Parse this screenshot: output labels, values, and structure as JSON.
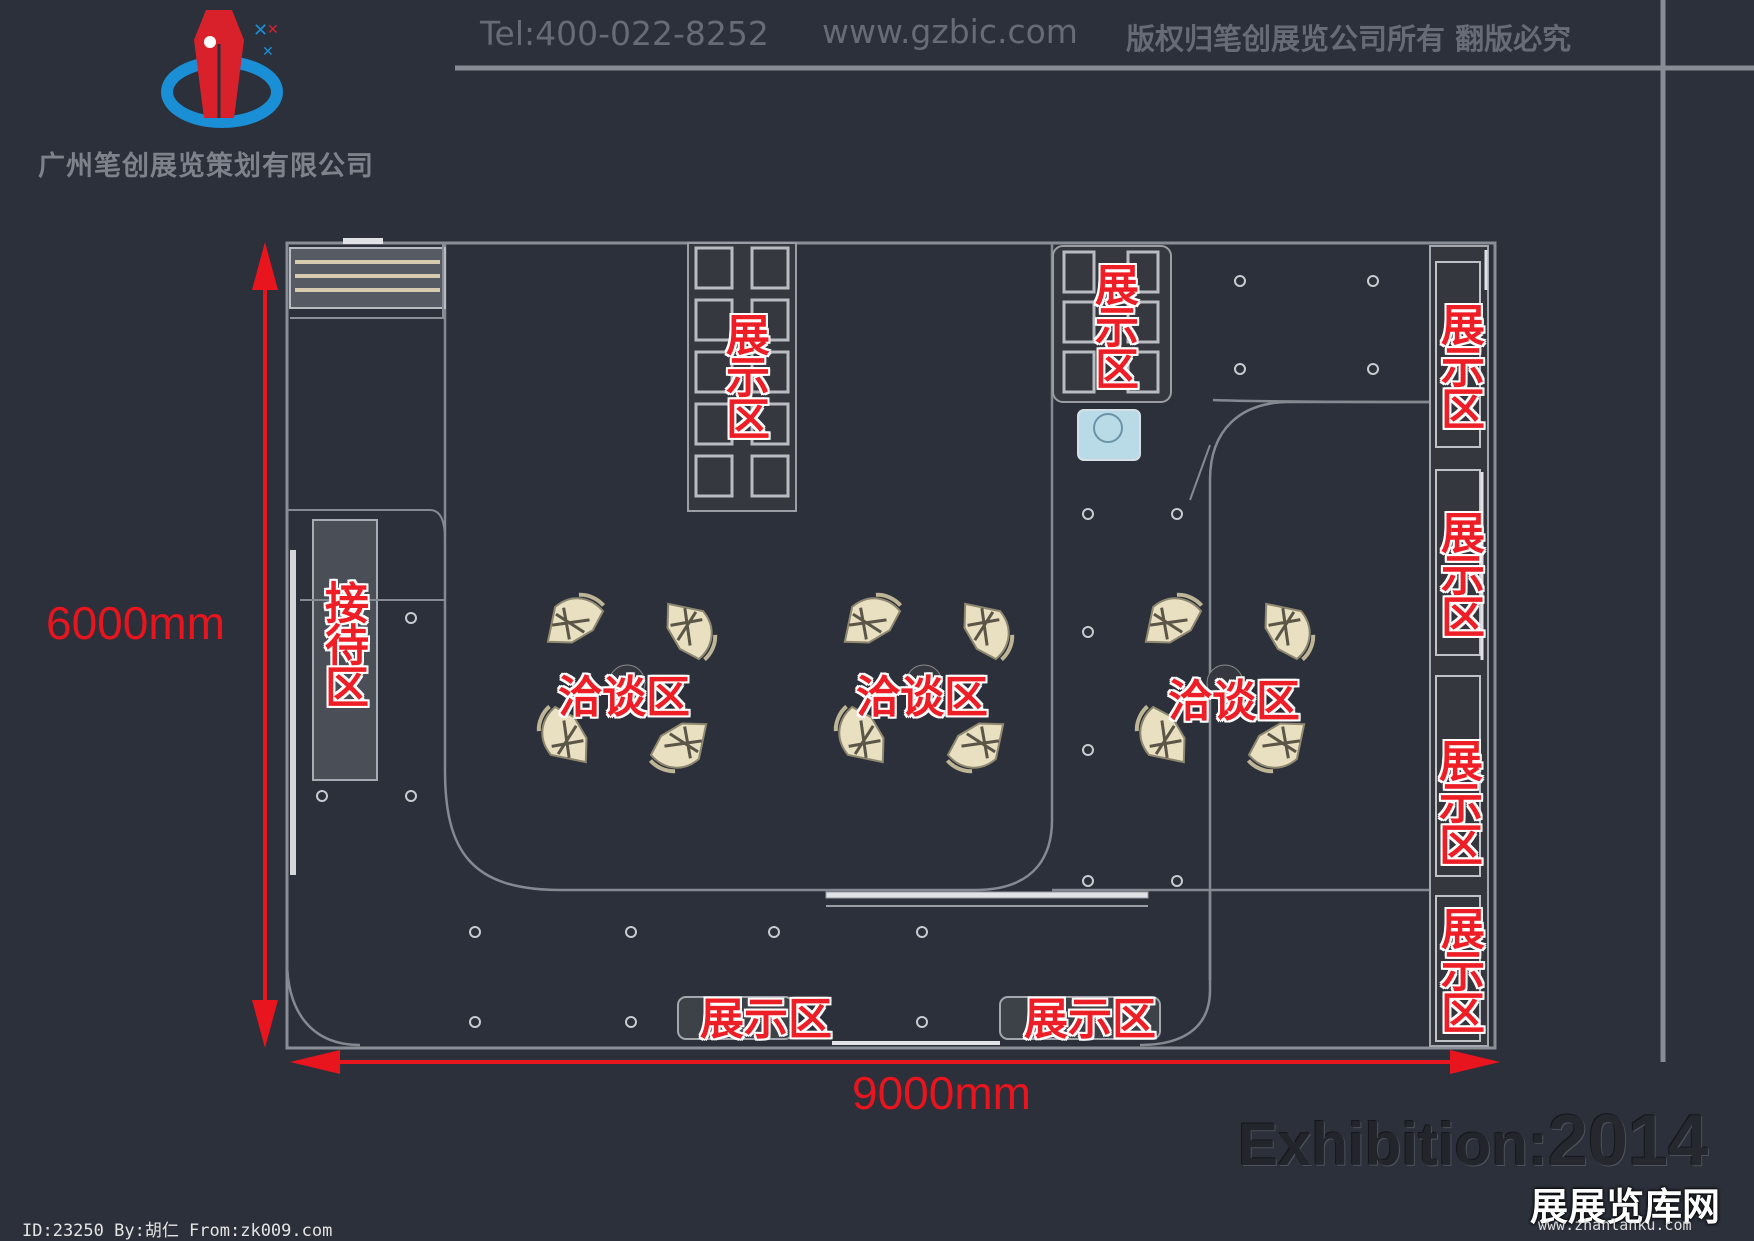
{
  "header": {
    "tel": "Tel:400-022-8252",
    "website": "www.gzbic.com",
    "copyright": "版权归笔创展览公司所有 翻版必究"
  },
  "logo": {
    "company_name": "广州笔创展览策划有限公司",
    "colors": {
      "red": "#d9212b",
      "blue": "#1a8fd6"
    }
  },
  "dimensions": {
    "height_label": "6000mm",
    "width_label": "9000mm",
    "color": "#e8141e"
  },
  "zones": {
    "reception": "接待区",
    "display": "展示区",
    "negotiation": "洽谈区"
  },
  "branding": {
    "exhibition_word": "Exhibition",
    "separator": ":",
    "year": "2014"
  },
  "watermark": {
    "name": "展展览库网",
    "url": "www.zhanlanku.com"
  },
  "footer": {
    "text": "ID:23250 By:胡仁 From:zk009.com"
  }
}
